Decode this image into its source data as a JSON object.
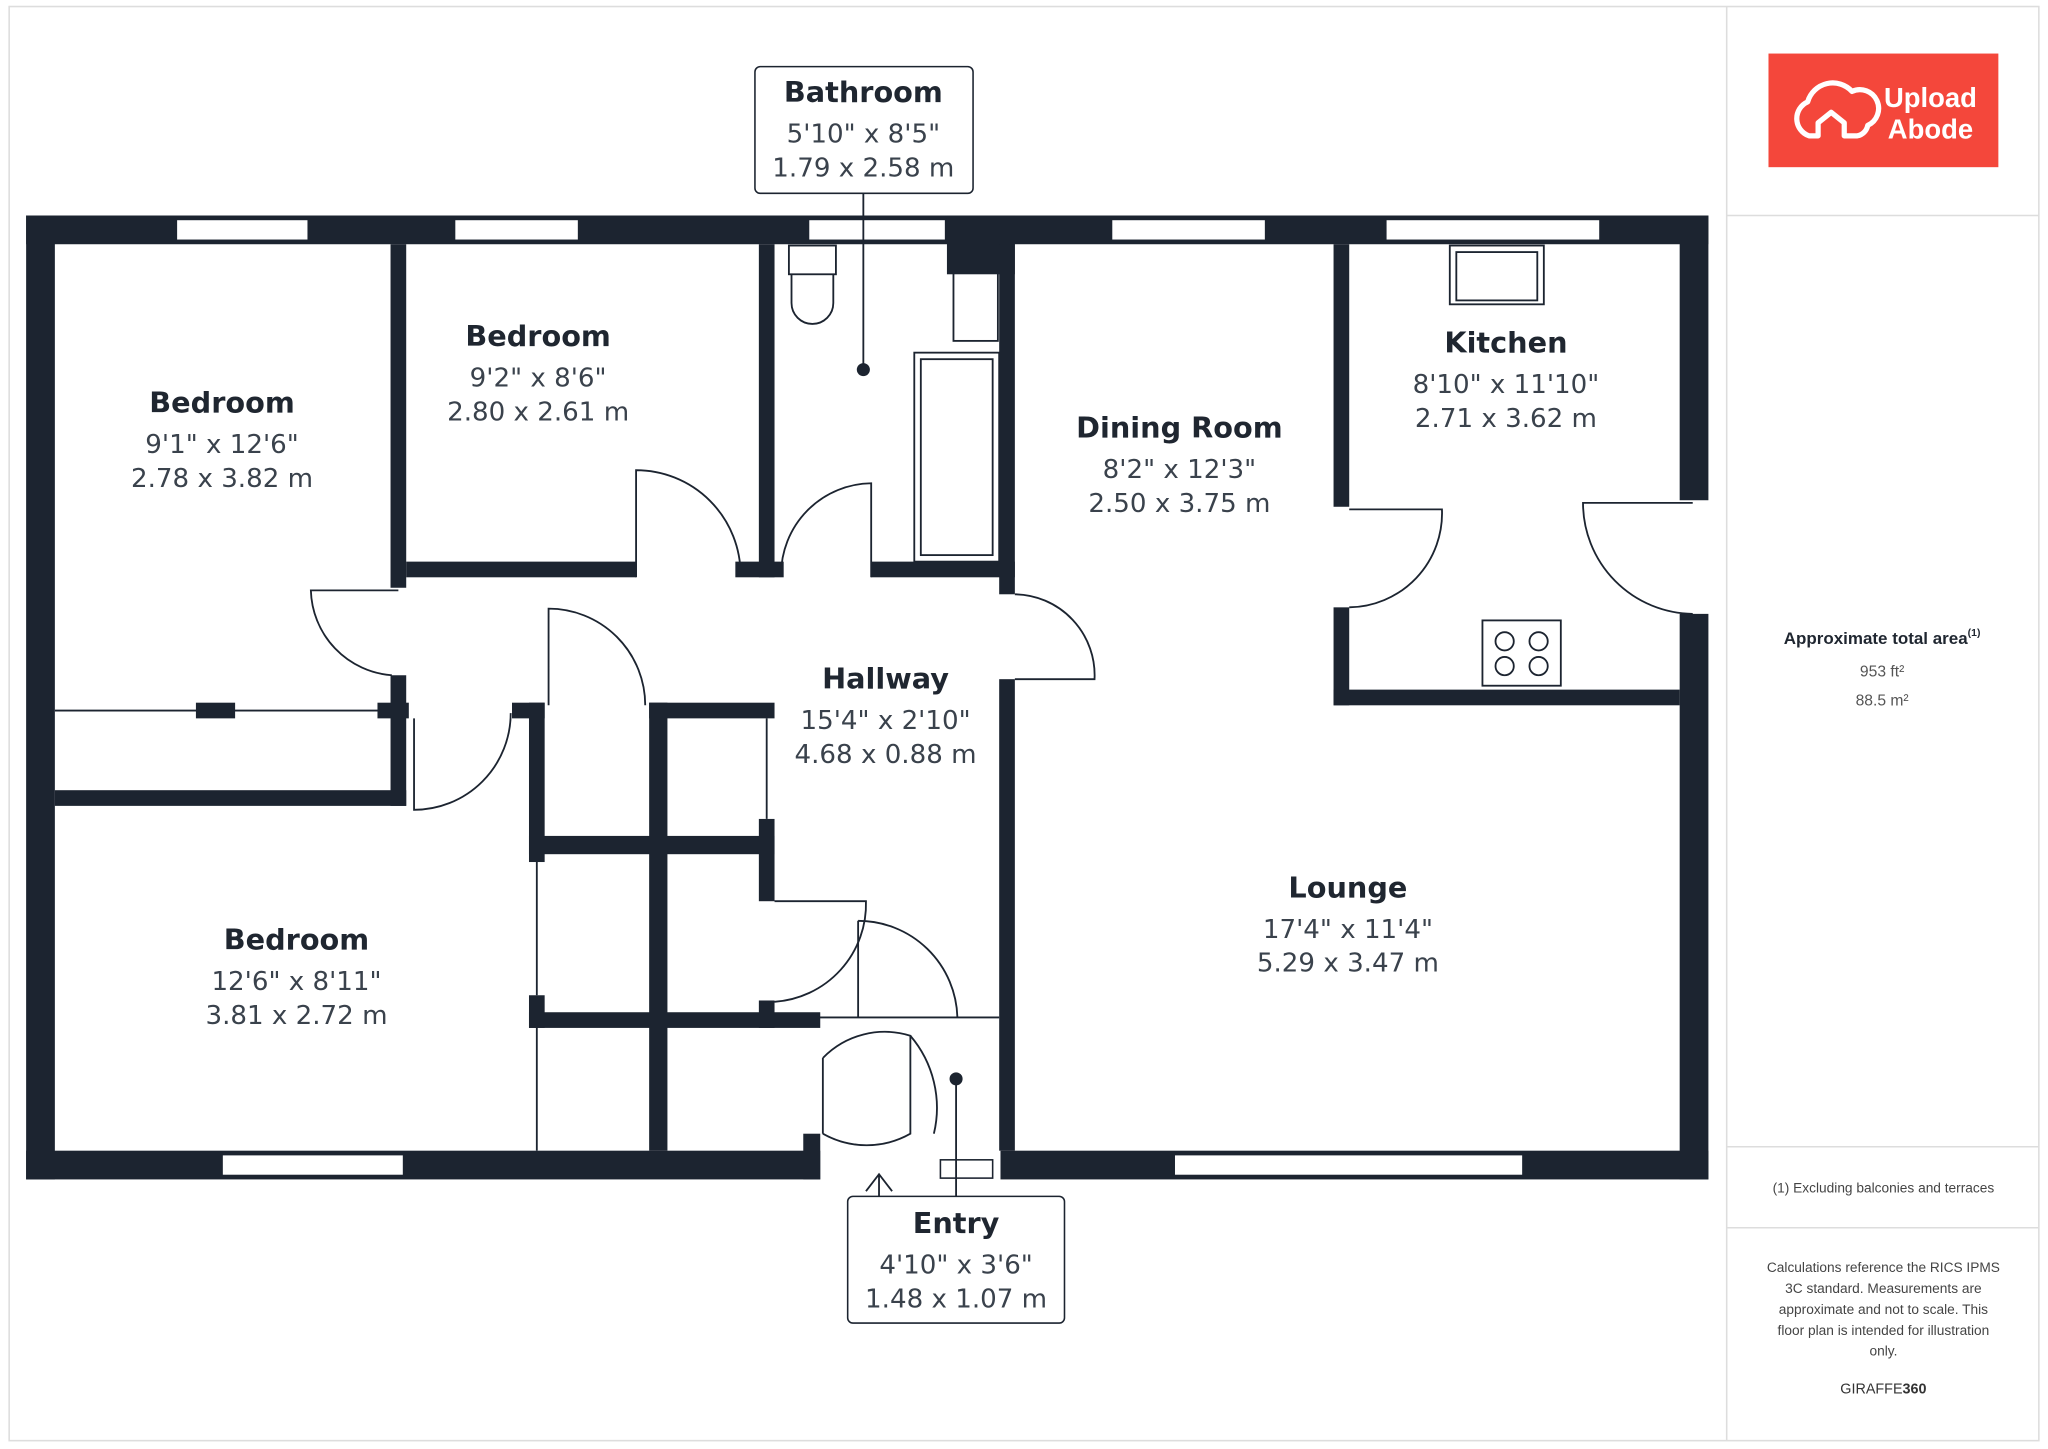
{
  "brand": {
    "logo_line1": "Upload",
    "logo_line2": "Abode",
    "logo_color": "#f4473b"
  },
  "rooms": [
    {
      "name": "Bedroom",
      "imperial": "9'1\" x 12'6\"",
      "metric": "2.78 x 3.82 m"
    },
    {
      "name": "Bedroom",
      "imperial": "9'2\" x 8'6\"",
      "metric": "2.80 x 2.61 m"
    },
    {
      "name": "Bathroom",
      "imperial": "5'10\" x 8'5\"",
      "metric": "1.79 x 2.58 m"
    },
    {
      "name": "Dining Room",
      "imperial": "8'2\" x 12'3\"",
      "metric": "2.50 x 3.75 m"
    },
    {
      "name": "Kitchen",
      "imperial": "8'10\" x 11'10\"",
      "metric": "2.71 x 3.62 m"
    },
    {
      "name": "Hallway",
      "imperial": "15'4\" x 2'10\"",
      "metric": "4.68 x 0.88 m"
    },
    {
      "name": "Bedroom",
      "imperial": "12'6\" x 8'11\"",
      "metric": "3.81 x 2.72 m"
    },
    {
      "name": "Lounge",
      "imperial": "17'4\" x 11'4\"",
      "metric": "5.29 x 3.47 m"
    },
    {
      "name": "Entry",
      "imperial": "4'10\" x 3'6\"",
      "metric": "1.48 x 1.07 m"
    }
  ],
  "area": {
    "title": "Approximate total area",
    "footnote_mark": "(1)",
    "imperial": "953 ft²",
    "metric": "88.5 m²"
  },
  "footnote": "(1) Excluding balconies and terraces",
  "disclaimer": [
    "Calculations reference the RICS IPMS",
    "3C standard. Measurements are",
    "approximate and not to scale. This",
    "floor plan is intended for illustration",
    "only."
  ],
  "credit": {
    "part1": "GIRAFFE",
    "part2": "360"
  },
  "colors": {
    "wall": "#1c2430",
    "text": "#1f2630"
  }
}
